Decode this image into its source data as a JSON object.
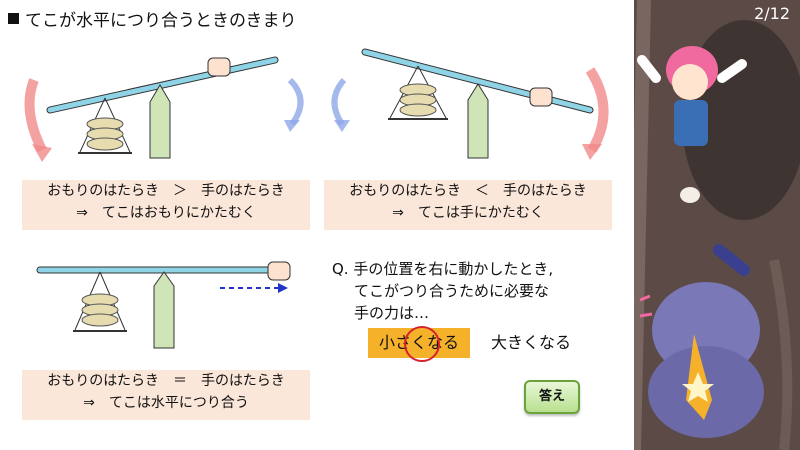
{
  "title": "てこが水平につり合うときのきまり",
  "page": "2/12",
  "rules": [
    {
      "line1": "おもりのはたらき　＞　手のはたらき",
      "line2": "⇒　てこはおもりにかたむく"
    },
    {
      "line1": "おもりのはたらき　＜　手のはたらき",
      "line2": "⇒　てこは手にかたむく"
    },
    {
      "line1": "おもりのはたらき　＝　手のはたらき",
      "line2": "⇒　てこは水平につり合う"
    }
  ],
  "question": {
    "line1": "Q. 手の位置を右に動かしたとき,",
    "line2": "てこがつり合うために必要な",
    "line3": "手の力は…"
  },
  "options": {
    "smaller": "小さくなる",
    "larger": "大きくなる"
  },
  "answer_button": "答え",
  "colors": {
    "bar": "#8fd4e6",
    "arrow_pink": "#f18a8a",
    "arrow_blue": "#8fa8e8",
    "box_bg": "#fbe7d9",
    "selected": "#f6b12b",
    "answer_green": "#b8e08e"
  }
}
